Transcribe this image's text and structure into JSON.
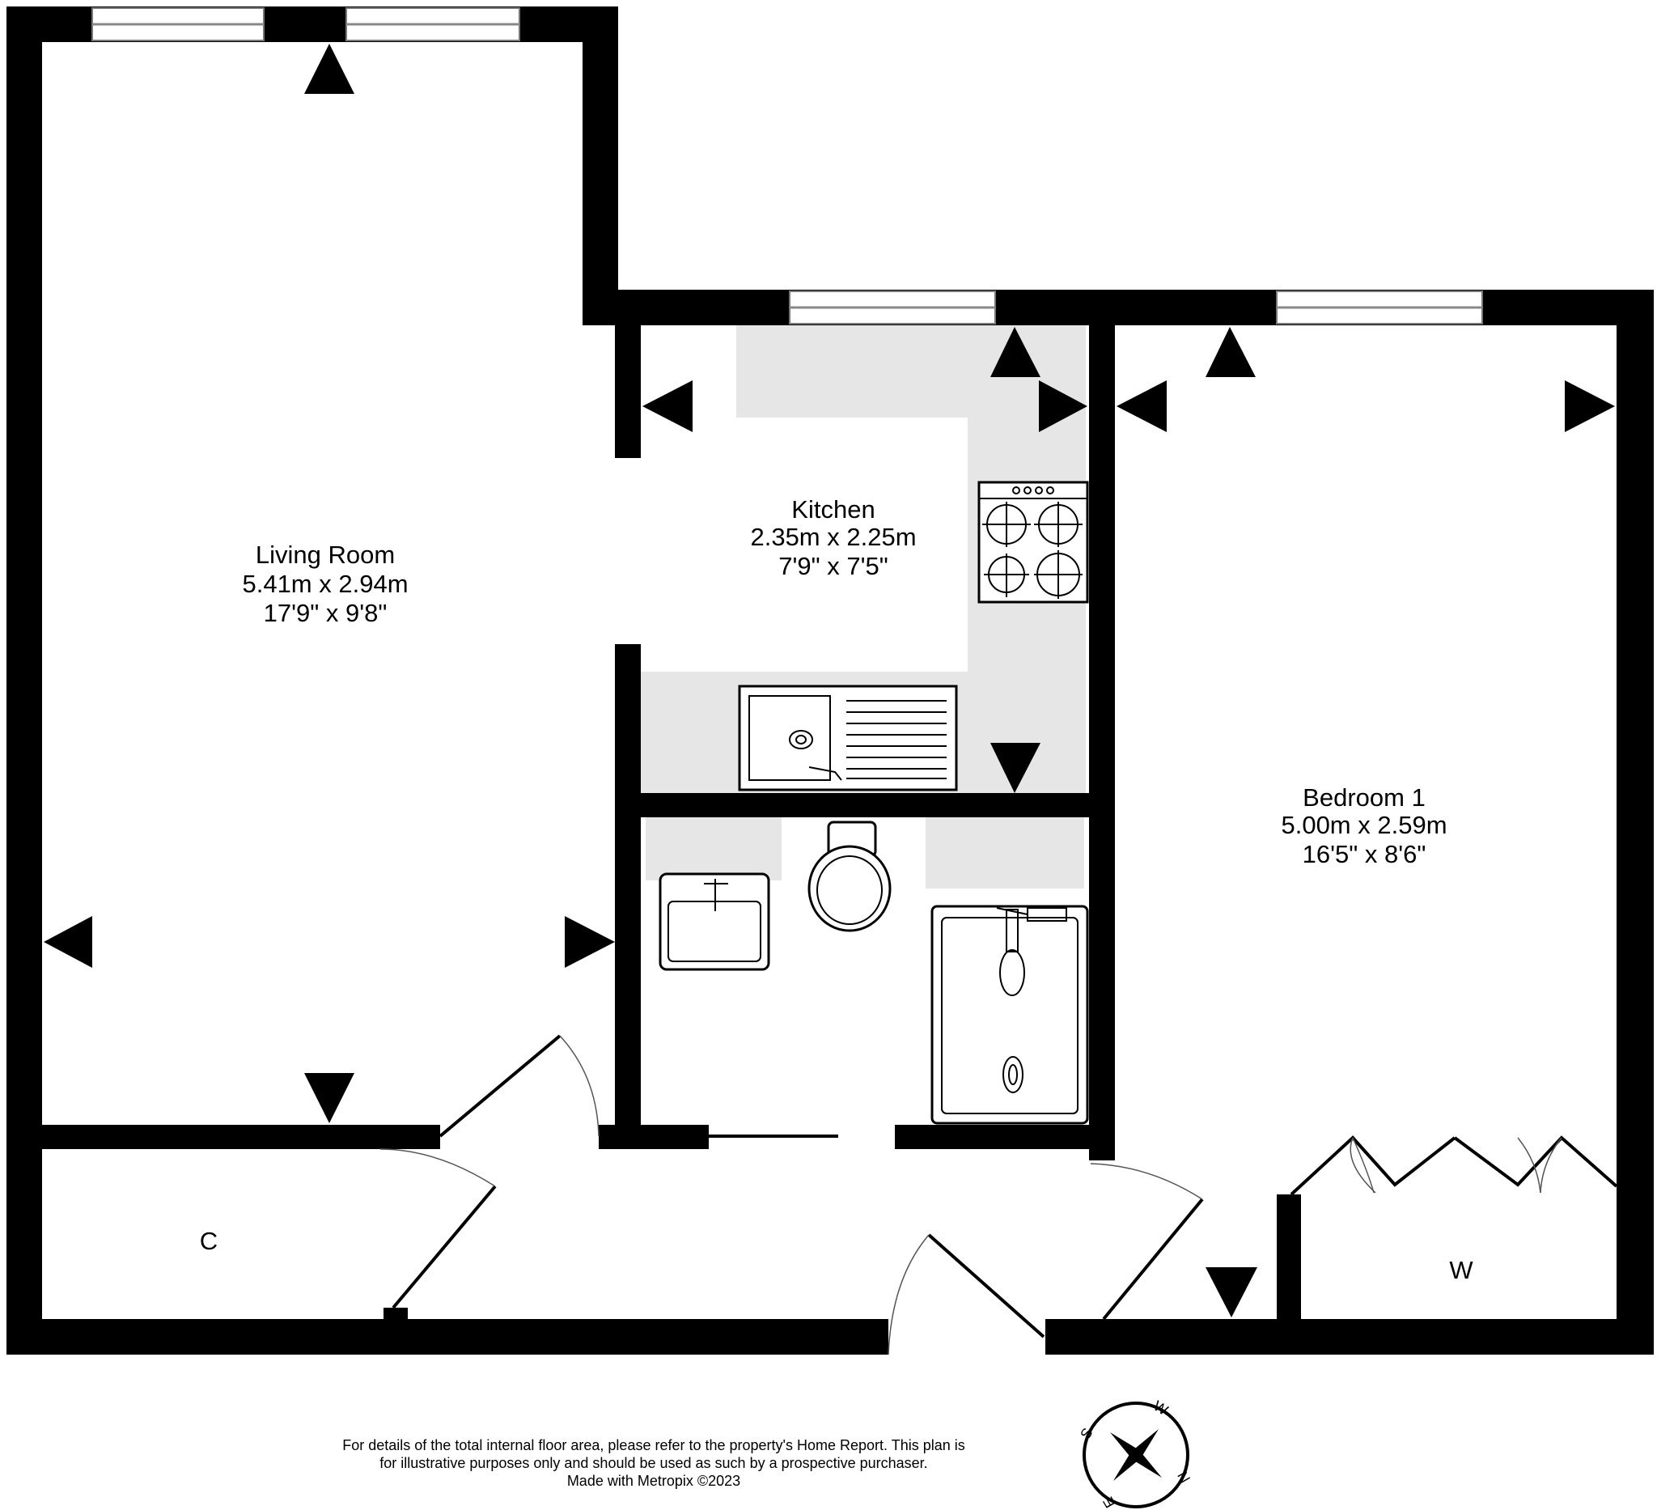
{
  "rooms": {
    "living": {
      "name": "Living Room",
      "metric": "5.41m  x 2.94m",
      "imperial": "17'9\"  x 9'8\""
    },
    "kitchen": {
      "name": "Kitchen",
      "metric": "2.35m  x 2.25m",
      "imperial": "7'9\"  x 7'5\""
    },
    "bedroom": {
      "name": "Bedroom 1",
      "metric": "5.00m  x 2.59m",
      "imperial": "16'5\"  x 8'6\""
    },
    "cupboard": {
      "label": "C"
    },
    "wardrobe": {
      "label": "W"
    }
  },
  "footer": {
    "line1": "For details of the total internal floor area, please refer to the property's Home Report. This plan is",
    "line2": "for illustrative purposes only and should be used as such by a prospective purchaser.",
    "line3": "Made with Metropix ©2023"
  },
  "compass": {
    "n": "N",
    "s": "S",
    "e": "E",
    "w": "W"
  }
}
